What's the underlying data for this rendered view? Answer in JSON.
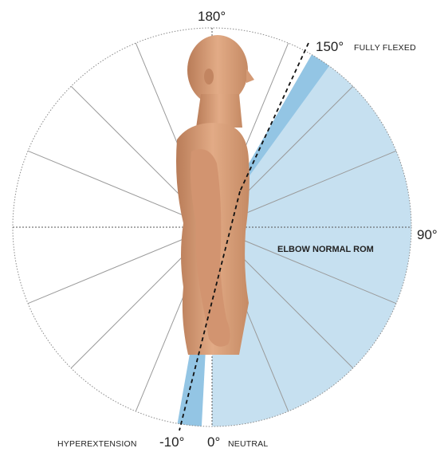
{
  "diagram": {
    "labels": {
      "top": "180°",
      "flexed_angle": "150°",
      "flexed_text": "FULLY FLEXED",
      "right": "90°",
      "rom_text": "ELBOW NORMAL ROM",
      "hyper_text": "HYPEREXTENSION",
      "hyper_angle": "-10°",
      "neutral_angle": "0°",
      "neutral_text": "NEUTRAL"
    },
    "range": {
      "min_deg": -10,
      "max_deg": 150,
      "neutral_deg": 0
    },
    "colors": {
      "rom_fill": "#c6e0f0",
      "rom_edge": "#93c5e4",
      "body": "#d9a07a",
      "circle": "#8a8a8a"
    }
  }
}
